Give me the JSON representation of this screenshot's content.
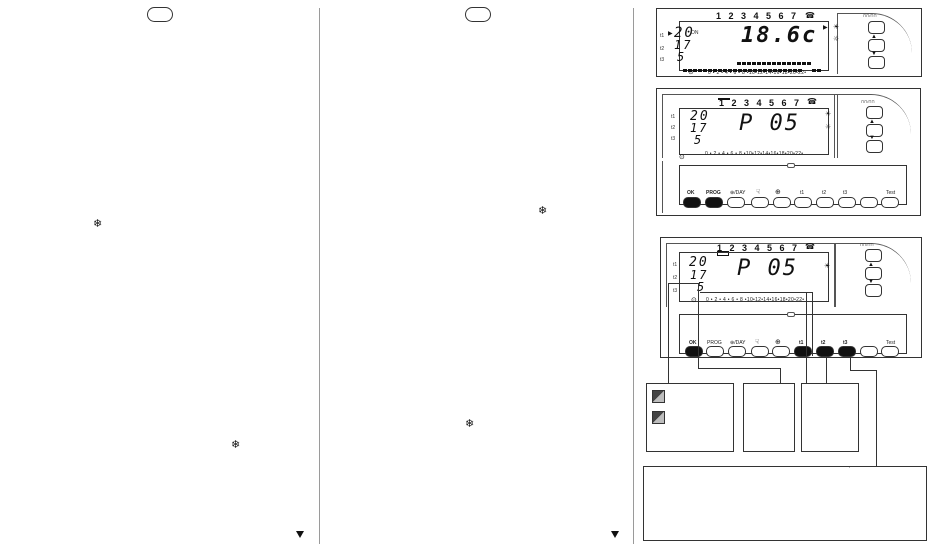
{
  "display1": {
    "days": "1 2 3 4 5 6 7",
    "time_main": "20",
    "time_row2": "17",
    "time_row3": "5",
    "temperature": "18.6c",
    "status": "ON",
    "hour_scale": "0 • 2 • 4 • 6 • 8 •10•12•14•16•18•20•22•",
    "label_t1": "t1",
    "label_t2": "t2",
    "label_t3": "t3"
  },
  "display2": {
    "days": "1 2 3 4 5 6 7",
    "time_main": "20",
    "time_row2": "17",
    "time_row3": "5",
    "program": "P  05",
    "hour_scale": "0 • 2 • 4 • 6 • 8 •10•12•14•16•18•20•22•",
    "label_t1": "t1",
    "label_t2": "t2",
    "label_t3": "t3"
  },
  "display3": {
    "days": "1 2 3 4 5 6 7",
    "time_main": "20",
    "time_row2": "17",
    "time_row3": "5",
    "program": "P  05",
    "hour_scale": "0 • 2 • 4 • 6 • 8 •10•12•14•16•18•20•22•",
    "label_t1": "t1",
    "label_t2": "t2",
    "label_t3": "t3"
  },
  "keypad": {
    "ok": "OK",
    "prog": "PROG",
    "day": "⊕/DAY",
    "t1": "t1",
    "t2": "t2",
    "t3": "t3",
    "test": "Test"
  },
  "icons": {
    "frost": "snowflake-icon",
    "next": "arrow-down-icon",
    "reset": "clock-icon"
  }
}
